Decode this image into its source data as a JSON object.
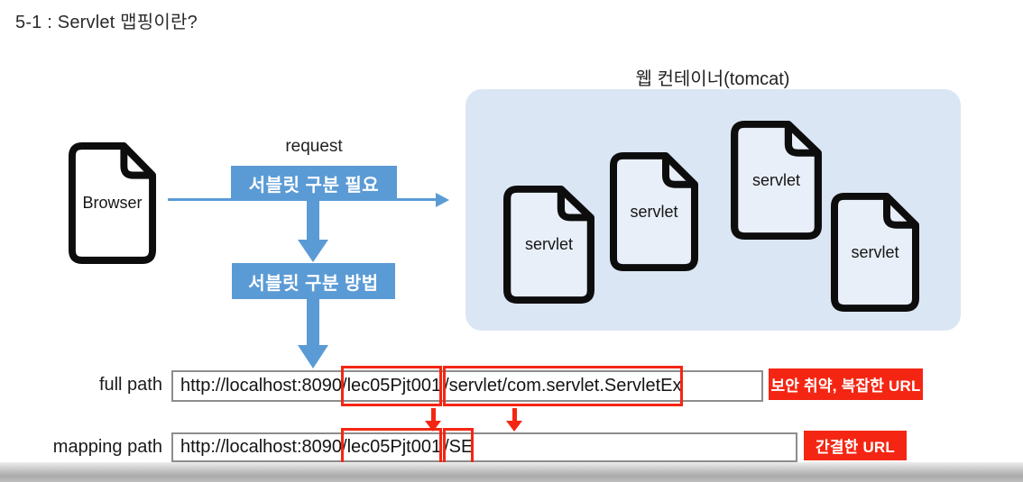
{
  "title": "5-1 : Servlet 맵핑이란?",
  "colors": {
    "accent_blue": "#5b9bd5",
    "container_bg": "#dbe6f4",
    "alert_red": "#f42613"
  },
  "browser": {
    "label": "Browser",
    "icon": "document-icon"
  },
  "request_flow": {
    "request_label": "request",
    "step1": "서블릿 구분 필요",
    "step2": "서블릿 구분 방법"
  },
  "web_container": {
    "title": "웹 컨테이너(tomcat)",
    "servlets": [
      {
        "label": "servlet"
      },
      {
        "label": "servlet"
      },
      {
        "label": "servlet"
      },
      {
        "label": "servlet"
      }
    ]
  },
  "full_path": {
    "row_label": "full path",
    "url_prefix": "http://localhost:8090",
    "url_context": "/lec05Pjt001",
    "url_rest": "/servlet/com.servlet.ServletEx",
    "note": "보안 취약, 복잡한 URL"
  },
  "mapping_path": {
    "row_label": "mapping path",
    "url_prefix": "http://localhost:8090",
    "url_context": "/lec05Pjt001",
    "url_rest": "/SE",
    "note": "간결한 URL"
  }
}
